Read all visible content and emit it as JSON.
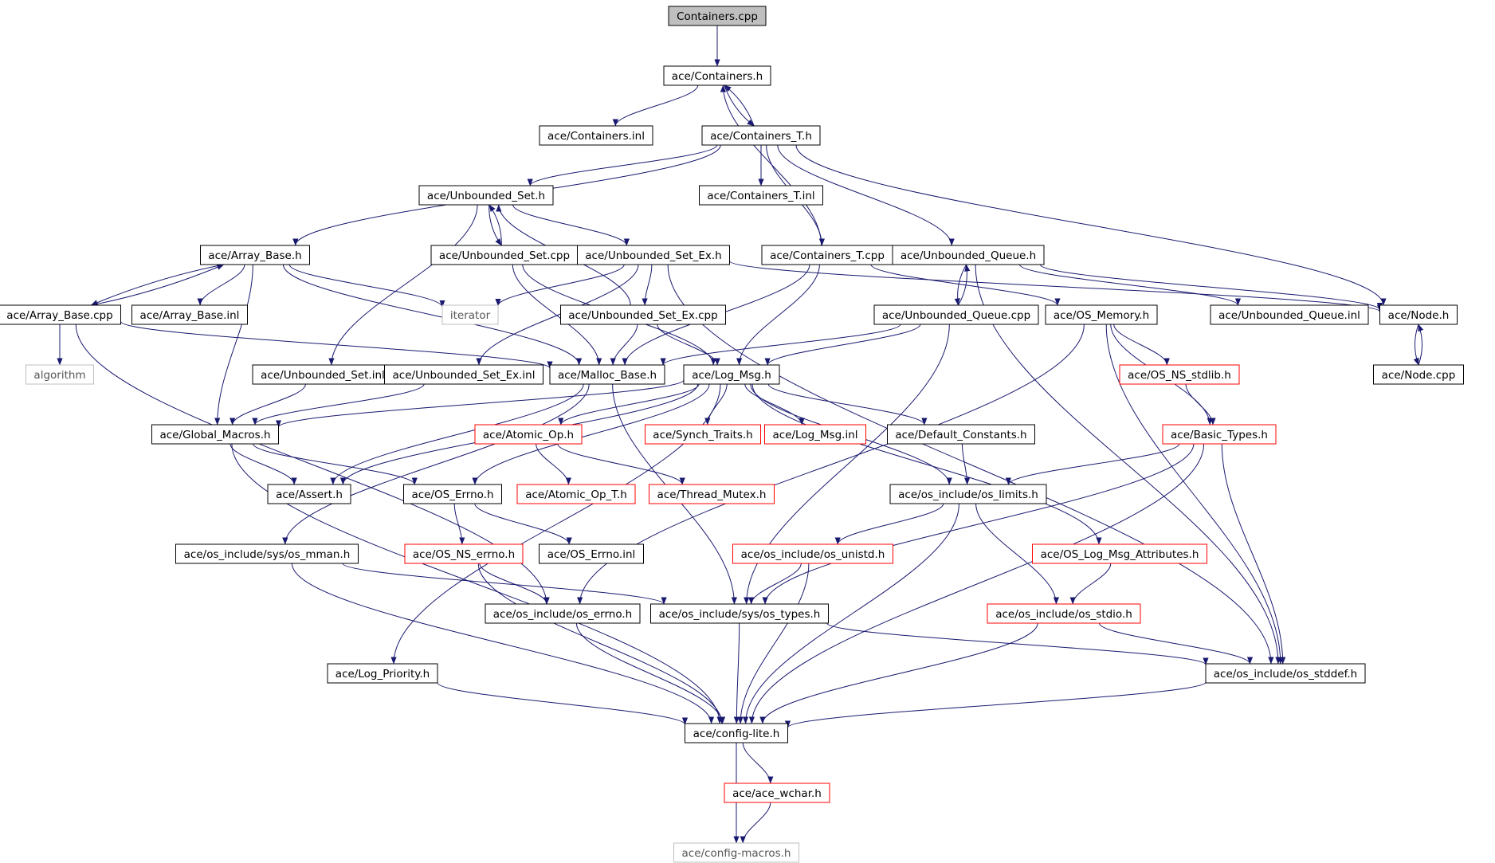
{
  "colors": {
    "edge": "#191970",
    "node_border_black": "#000000",
    "node_border_red": "#ff0000",
    "node_border_gray": "#bfbfbf",
    "root_fill": "#bfbfbf",
    "background": "#ffffff"
  },
  "nodes": [
    {
      "id": "containers_cpp",
      "label": "Containers.cpp",
      "style": "root"
    },
    {
      "id": "containers_h",
      "label": "ace/Containers.h",
      "style": "black"
    },
    {
      "id": "containers_inl",
      "label": "ace/Containers.inl",
      "style": "black"
    },
    {
      "id": "containers_t_h",
      "label": "ace/Containers_T.h",
      "style": "black"
    },
    {
      "id": "unbounded_set_h",
      "label": "ace/Unbounded_Set.h",
      "style": "black"
    },
    {
      "id": "containers_t_inl",
      "label": "ace/Containers_T.inl",
      "style": "black"
    },
    {
      "id": "array_base_h",
      "label": "ace/Array_Base.h",
      "style": "black"
    },
    {
      "id": "unbounded_set_cpp",
      "label": "ace/Unbounded_Set.cpp",
      "style": "black"
    },
    {
      "id": "unbounded_set_ex_h",
      "label": "ace/Unbounded_Set_Ex.h",
      "style": "black"
    },
    {
      "id": "containers_t_cpp",
      "label": "ace/Containers_T.cpp",
      "style": "black"
    },
    {
      "id": "unbounded_queue_h",
      "label": "ace/Unbounded_Queue.h",
      "style": "black"
    },
    {
      "id": "array_base_cpp",
      "label": "ace/Array_Base.cpp",
      "style": "black"
    },
    {
      "id": "array_base_inl",
      "label": "ace/Array_Base.inl",
      "style": "black"
    },
    {
      "id": "iterator",
      "label": "iterator",
      "style": "gray"
    },
    {
      "id": "unbounded_set_ex_cpp",
      "label": "ace/Unbounded_Set_Ex.cpp",
      "style": "black"
    },
    {
      "id": "unbounded_queue_cpp",
      "label": "ace/Unbounded_Queue.cpp",
      "style": "black"
    },
    {
      "id": "os_memory_h",
      "label": "ace/OS_Memory.h",
      "style": "black"
    },
    {
      "id": "unbounded_queue_inl",
      "label": "ace/Unbounded_Queue.inl",
      "style": "black"
    },
    {
      "id": "node_h",
      "label": "ace/Node.h",
      "style": "black"
    },
    {
      "id": "algorithm",
      "label": "algorithm",
      "style": "gray"
    },
    {
      "id": "unbounded_set_inl",
      "label": "ace/Unbounded_Set.inl",
      "style": "black"
    },
    {
      "id": "unbounded_set_ex_inl",
      "label": "ace/Unbounded_Set_Ex.inl",
      "style": "black"
    },
    {
      "id": "malloc_base_h",
      "label": "ace/Malloc_Base.h",
      "style": "black"
    },
    {
      "id": "log_msg_h",
      "label": "ace/Log_Msg.h",
      "style": "black"
    },
    {
      "id": "os_ns_stdlib_h",
      "label": "ace/OS_NS_stdlib.h",
      "style": "red"
    },
    {
      "id": "node_cpp",
      "label": "ace/Node.cpp",
      "style": "black"
    },
    {
      "id": "global_macros_h",
      "label": "ace/Global_Macros.h",
      "style": "black"
    },
    {
      "id": "atomic_op_h",
      "label": "ace/Atomic_Op.h",
      "style": "red"
    },
    {
      "id": "synch_traits_h",
      "label": "ace/Synch_Traits.h",
      "style": "red"
    },
    {
      "id": "log_msg_inl",
      "label": "ace/Log_Msg.inl",
      "style": "red"
    },
    {
      "id": "default_constants_h",
      "label": "ace/Default_Constants.h",
      "style": "black"
    },
    {
      "id": "basic_types_h",
      "label": "ace/Basic_Types.h",
      "style": "red"
    },
    {
      "id": "assert_h",
      "label": "ace/Assert.h",
      "style": "black"
    },
    {
      "id": "os_errno_h",
      "label": "ace/OS_Errno.h",
      "style": "black"
    },
    {
      "id": "atomic_op_t_h",
      "label": "ace/Atomic_Op_T.h",
      "style": "red"
    },
    {
      "id": "thread_mutex_h",
      "label": "ace/Thread_Mutex.h",
      "style": "red"
    },
    {
      "id": "os_limits_h",
      "label": "ace/os_include/os_limits.h",
      "style": "black"
    },
    {
      "id": "os_mman_h",
      "label": "ace/os_include/sys/os_mman.h",
      "style": "black"
    },
    {
      "id": "os_ns_errno_h",
      "label": "ace/OS_NS_errno.h",
      "style": "red"
    },
    {
      "id": "os_errno_inl",
      "label": "ace/OS_Errno.inl",
      "style": "black"
    },
    {
      "id": "os_unistd_h",
      "label": "ace/os_include/os_unistd.h",
      "style": "red"
    },
    {
      "id": "os_log_msg_attributes_h",
      "label": "ace/OS_Log_Msg_Attributes.h",
      "style": "red"
    },
    {
      "id": "os_include_errno_h",
      "label": "ace/os_include/os_errno.h",
      "style": "black"
    },
    {
      "id": "os_types_h",
      "label": "ace/os_include/sys/os_types.h",
      "style": "black"
    },
    {
      "id": "os_stdio_h",
      "label": "ace/os_include/os_stdio.h",
      "style": "red"
    },
    {
      "id": "log_priority_h",
      "label": "ace/Log_Priority.h",
      "style": "black"
    },
    {
      "id": "os_stddef_h",
      "label": "ace/os_include/os_stddef.h",
      "style": "black"
    },
    {
      "id": "config_lite_h",
      "label": "ace/config-lite.h",
      "style": "black"
    },
    {
      "id": "ace_wchar_h",
      "label": "ace/ace_wchar.h",
      "style": "red"
    },
    {
      "id": "config_macros_h",
      "label": "ace/config-macros.h",
      "style": "gray"
    }
  ],
  "edges": [
    [
      "containers_cpp",
      "containers_h"
    ],
    [
      "containers_h",
      "containers_inl"
    ],
    [
      "containers_h",
      "containers_t_h"
    ],
    [
      "containers_t_h",
      "containers_h"
    ],
    [
      "containers_t_h",
      "unbounded_set_h"
    ],
    [
      "containers_t_h",
      "containers_t_inl"
    ],
    [
      "containers_t_h",
      "array_base_h"
    ],
    [
      "containers_t_h",
      "containers_t_cpp"
    ],
    [
      "containers_t_h",
      "unbounded_queue_h"
    ],
    [
      "containers_t_h",
      "node_h"
    ],
    [
      "containers_t_cpp",
      "containers_h"
    ],
    [
      "containers_t_cpp",
      "malloc_base_h"
    ],
    [
      "containers_t_cpp",
      "log_msg_h"
    ],
    [
      "unbounded_set_h",
      "unbounded_set_cpp"
    ],
    [
      "unbounded_set_cpp",
      "unbounded_set_h"
    ],
    [
      "unbounded_set_h",
      "unbounded_set_ex_h"
    ],
    [
      "unbounded_set_h",
      "unbounded_set_inl"
    ],
    [
      "unbounded_set_cpp",
      "malloc_base_h"
    ],
    [
      "unbounded_set_cpp",
      "log_msg_h"
    ],
    [
      "unbounded_set_ex_h",
      "iterator"
    ],
    [
      "unbounded_set_ex_h",
      "unbounded_set_ex_cpp"
    ],
    [
      "unbounded_set_ex_h",
      "unbounded_set_ex_inl"
    ],
    [
      "unbounded_set_ex_h",
      "os_stddef_h"
    ],
    [
      "unbounded_set_ex_h",
      "node_h"
    ],
    [
      "unbounded_set_ex_cpp",
      "unbounded_set_h"
    ],
    [
      "unbounded_set_ex_cpp",
      "malloc_base_h"
    ],
    [
      "unbounded_set_ex_cpp",
      "log_msg_h"
    ],
    [
      "array_base_h",
      "array_base_cpp"
    ],
    [
      "array_base_cpp",
      "array_base_h"
    ],
    [
      "array_base_h",
      "array_base_inl"
    ],
    [
      "array_base_h",
      "iterator"
    ],
    [
      "array_base_h",
      "global_macros_h"
    ],
    [
      "array_base_h",
      "malloc_base_h"
    ],
    [
      "array_base_cpp",
      "algorithm"
    ],
    [
      "array_base_cpp",
      "malloc_base_h"
    ],
    [
      "array_base_cpp",
      "os_include_errno_h"
    ],
    [
      "unbounded_queue_h",
      "unbounded_queue_cpp"
    ],
    [
      "unbounded_queue_cpp",
      "unbounded_queue_h"
    ],
    [
      "unbounded_queue_h",
      "unbounded_queue_inl"
    ],
    [
      "unbounded_queue_h",
      "node_h"
    ],
    [
      "unbounded_queue_h",
      "os_stddef_h"
    ],
    [
      "unbounded_queue_cpp",
      "malloc_base_h"
    ],
    [
      "unbounded_queue_cpp",
      "log_msg_h"
    ],
    [
      "unbounded_queue_cpp",
      "os_types_h"
    ],
    [
      "containers_t_cpp",
      "os_memory_h"
    ],
    [
      "os_memory_h",
      "os_ns_stdlib_h"
    ],
    [
      "os_memory_h",
      "basic_types_h"
    ],
    [
      "os_memory_h",
      "os_include_errno_h"
    ],
    [
      "os_memory_h",
      "os_stddef_h"
    ],
    [
      "node_h",
      "node_cpp"
    ],
    [
      "node_cpp",
      "node_h"
    ],
    [
      "unbounded_set_inl",
      "global_macros_h"
    ],
    [
      "unbounded_set_ex_inl",
      "global_macros_h"
    ],
    [
      "malloc_base_h",
      "os_mman_h"
    ],
    [
      "malloc_base_h",
      "os_types_h"
    ],
    [
      "malloc_base_h",
      "assert_h"
    ],
    [
      "log_msg_h",
      "global_macros_h"
    ],
    [
      "log_msg_h",
      "atomic_op_h"
    ],
    [
      "log_msg_h",
      "synch_traits_h"
    ],
    [
      "log_msg_h",
      "log_msg_inl"
    ],
    [
      "log_msg_h",
      "default_constants_h"
    ],
    [
      "log_msg_h",
      "os_errno_h"
    ],
    [
      "log_msg_h",
      "log_priority_h"
    ],
    [
      "log_msg_h",
      "os_limits_h"
    ],
    [
      "log_msg_h",
      "os_log_msg_attributes_h"
    ],
    [
      "log_msg_h",
      "assert_h"
    ],
    [
      "os_ns_stdlib_h",
      "basic_types_h"
    ],
    [
      "global_macros_h",
      "assert_h"
    ],
    [
      "global_macros_h",
      "os_errno_h"
    ],
    [
      "global_macros_h",
      "config_lite_h"
    ],
    [
      "atomic_op_h",
      "atomic_op_t_h"
    ],
    [
      "atomic_op_h",
      "thread_mutex_h"
    ],
    [
      "default_constants_h",
      "os_limits_h"
    ],
    [
      "basic_types_h",
      "os_limits_h"
    ],
    [
      "basic_types_h",
      "os_types_h"
    ],
    [
      "basic_types_h",
      "os_stddef_h"
    ],
    [
      "basic_types_h",
      "config_lite_h"
    ],
    [
      "os_errno_h",
      "os_ns_errno_h"
    ],
    [
      "os_errno_h",
      "os_errno_inl"
    ],
    [
      "os_limits_h",
      "os_unistd_h"
    ],
    [
      "os_limits_h",
      "os_stdio_h"
    ],
    [
      "os_limits_h",
      "config_lite_h"
    ],
    [
      "os_mman_h",
      "os_types_h"
    ],
    [
      "os_mman_h",
      "config_lite_h"
    ],
    [
      "os_ns_errno_h",
      "os_include_errno_h"
    ],
    [
      "os_ns_errno_h",
      "config_lite_h"
    ],
    [
      "os_unistd_h",
      "os_types_h"
    ],
    [
      "os_unistd_h",
      "config_lite_h"
    ],
    [
      "os_log_msg_attributes_h",
      "os_stdio_h"
    ],
    [
      "os_include_errno_h",
      "config_lite_h"
    ],
    [
      "os_types_h",
      "os_stddef_h"
    ],
    [
      "os_types_h",
      "config_lite_h"
    ],
    [
      "os_stdio_h",
      "os_stddef_h"
    ],
    [
      "os_stdio_h",
      "config_lite_h"
    ],
    [
      "log_priority_h",
      "config_lite_h"
    ],
    [
      "os_stddef_h",
      "config_lite_h"
    ],
    [
      "config_lite_h",
      "ace_wchar_h"
    ],
    [
      "config_lite_h",
      "config_macros_h"
    ],
    [
      "ace_wchar_h",
      "config_macros_h"
    ]
  ]
}
